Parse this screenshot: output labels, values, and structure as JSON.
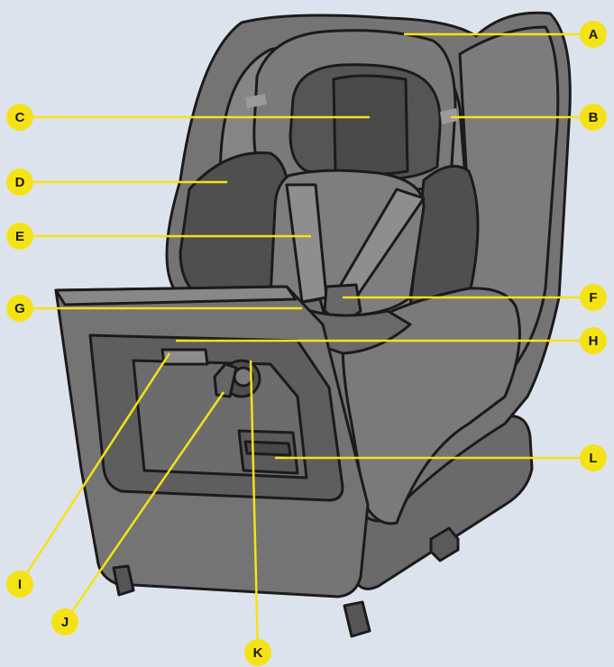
{
  "figure": {
    "subject_icon": "car-seat-illustration",
    "background_color": "#dde3ec",
    "seat_colors": {
      "outline": "#1b1b1b",
      "shell": "#6f6f6f",
      "shell_light": "#8a8a8a",
      "padding": "#555555",
      "padding_dark": "#464646",
      "base": "#707070"
    },
    "callout_color": "#f5e216",
    "callouts": [
      {
        "id": "A",
        "label": "A"
      },
      {
        "id": "B",
        "label": "B"
      },
      {
        "id": "C",
        "label": "C"
      },
      {
        "id": "D",
        "label": "D"
      },
      {
        "id": "E",
        "label": "E"
      },
      {
        "id": "F",
        "label": "F"
      },
      {
        "id": "G",
        "label": "G"
      },
      {
        "id": "H",
        "label": "H"
      },
      {
        "id": "I",
        "label": "I"
      },
      {
        "id": "J",
        "label": "J"
      },
      {
        "id": "K",
        "label": "K"
      },
      {
        "id": "L",
        "label": "L"
      }
    ]
  }
}
